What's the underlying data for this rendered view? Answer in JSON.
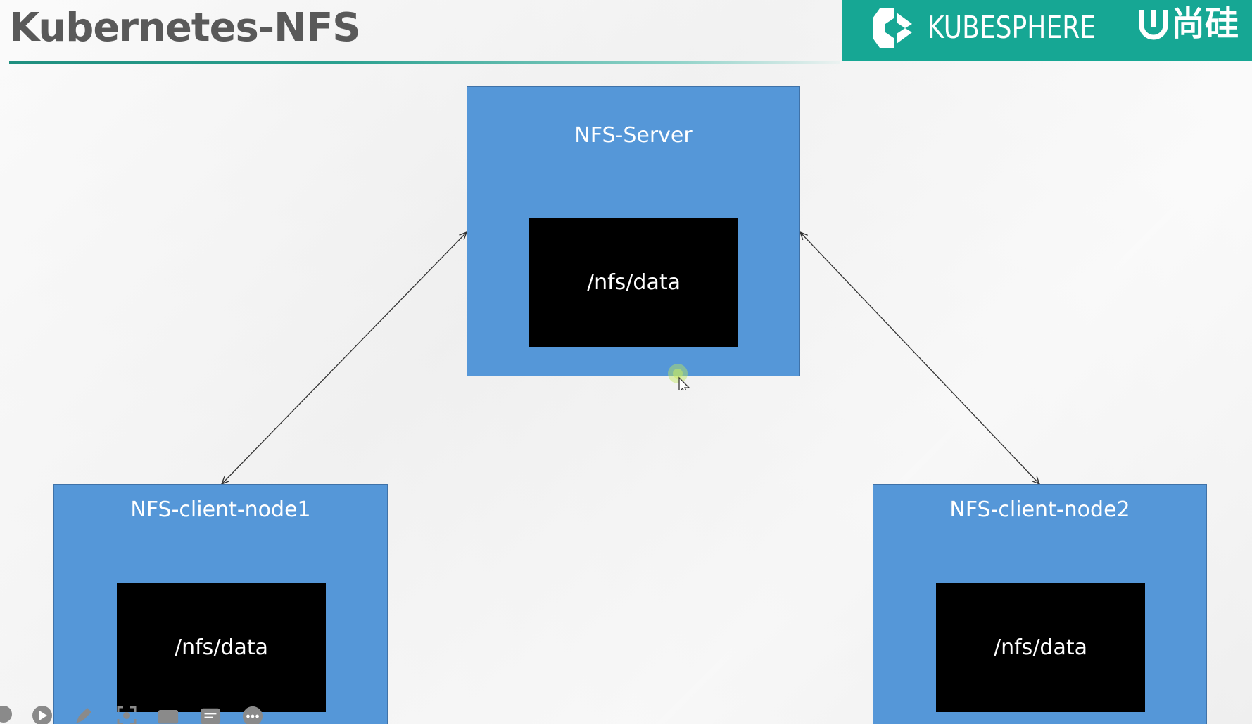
{
  "slide": {
    "title": "Kubernetes-NFS"
  },
  "brand": {
    "name": "KUBESPHERE",
    "cn_text": "尚硅"
  },
  "diagram": {
    "server": {
      "label": "NFS-Server",
      "dir": "/nfs/data"
    },
    "client1": {
      "label": "NFS-client-node1",
      "dir": "/nfs/data"
    },
    "client2": {
      "label": "NFS-client-node2",
      "dir": "/nfs/data"
    }
  },
  "colors": {
    "accent": "#16a794",
    "node_fill": "#5597d8",
    "dir_fill": "#000000",
    "title_text": "#595959"
  },
  "icons": [
    "prev-icon",
    "play-icon",
    "pen-icon",
    "capture-icon",
    "camera-icon",
    "notes-icon",
    "more-icon"
  ]
}
